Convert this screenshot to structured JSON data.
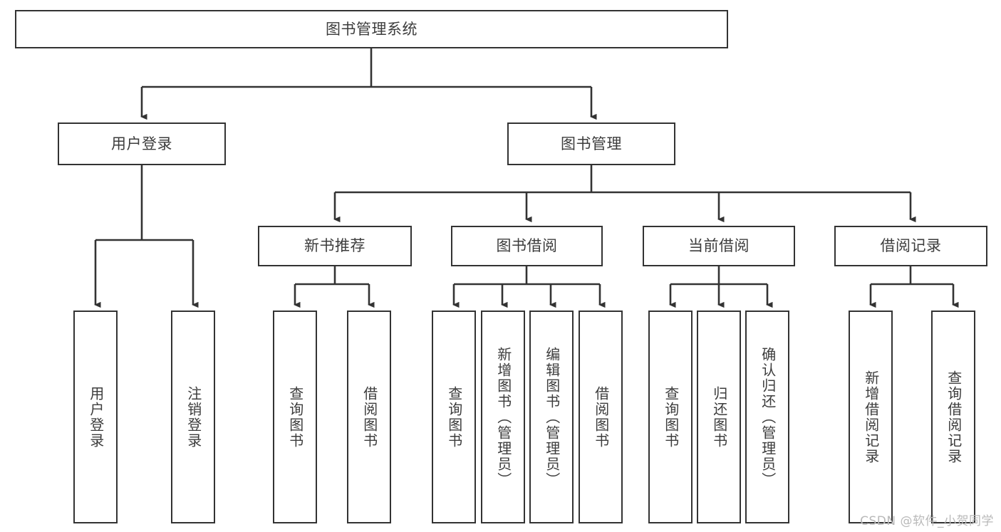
{
  "diagram": {
    "title_node": {
      "label": "图书管理系统",
      "orientation": "horizontal"
    },
    "level1": [
      {
        "label": "用户登录",
        "orientation": "horizontal"
      },
      {
        "label": "图书管理",
        "orientation": "horizontal"
      }
    ],
    "level2": [
      {
        "label": "新书推荐",
        "orientation": "horizontal"
      },
      {
        "label": "图书借阅",
        "orientation": "horizontal"
      },
      {
        "label": "当前借阅",
        "orientation": "horizontal"
      },
      {
        "label": "借阅记录",
        "orientation": "horizontal"
      }
    ],
    "leaves": {
      "user_login": [
        {
          "label": "用户登录",
          "orientation": "vertical"
        },
        {
          "label": "注销登录",
          "orientation": "vertical"
        }
      ],
      "new_book_recommend": [
        {
          "label": "查询图书",
          "orientation": "vertical"
        },
        {
          "label": "借阅图书",
          "orientation": "vertical"
        }
      ],
      "book_borrow": [
        {
          "label": "查询图书",
          "orientation": "vertical"
        },
        {
          "label": "新增图书（管理员）",
          "orientation": "vertical"
        },
        {
          "label": "编辑图书（管理员）",
          "orientation": "vertical"
        },
        {
          "label": "借阅图书",
          "orientation": "vertical"
        }
      ],
      "current_borrow": [
        {
          "label": "查询图书",
          "orientation": "vertical"
        },
        {
          "label": "归还图书",
          "orientation": "vertical"
        },
        {
          "label": "确认归还（管理员）",
          "orientation": "vertical"
        }
      ],
      "borrow_record": [
        {
          "label": "新增借阅记录",
          "orientation": "vertical"
        },
        {
          "label": "查询借阅记录",
          "orientation": "vertical"
        }
      ]
    },
    "watermark": "CSDN @软件_小贺同学",
    "colors": {
      "stroke": "#333333",
      "text": "#3c3c3c",
      "background": "#ffffff",
      "watermark": "#b9b9b9"
    }
  }
}
